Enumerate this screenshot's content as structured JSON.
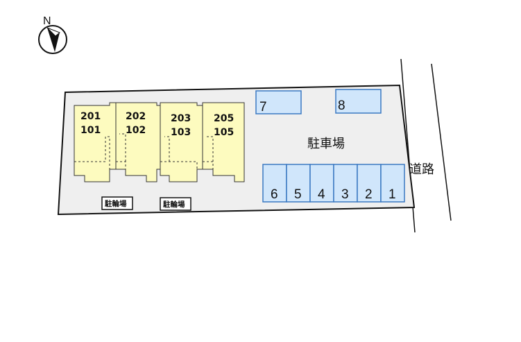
{
  "compass": {
    "north_label": "N",
    "icon": "north-arrow-icon"
  },
  "units": [
    {
      "upper": "201",
      "lower": "101"
    },
    {
      "upper": "202",
      "lower": "102"
    },
    {
      "upper": "203",
      "lower": "103"
    },
    {
      "upper": "205",
      "lower": "105"
    }
  ],
  "parking": {
    "label": "駐車場",
    "top_spaces": [
      "7",
      "8"
    ],
    "row_spaces": [
      "6",
      "5",
      "4",
      "3",
      "2",
      "1"
    ]
  },
  "bicycle_parking": [
    "駐輪場",
    "駐輪場"
  ],
  "road": {
    "label": "道路"
  },
  "colors": {
    "lot": "#efefef",
    "building": "#fdfbbf",
    "parking_space": "#d0e6fb",
    "parking_space_border": "#3a78c2"
  }
}
